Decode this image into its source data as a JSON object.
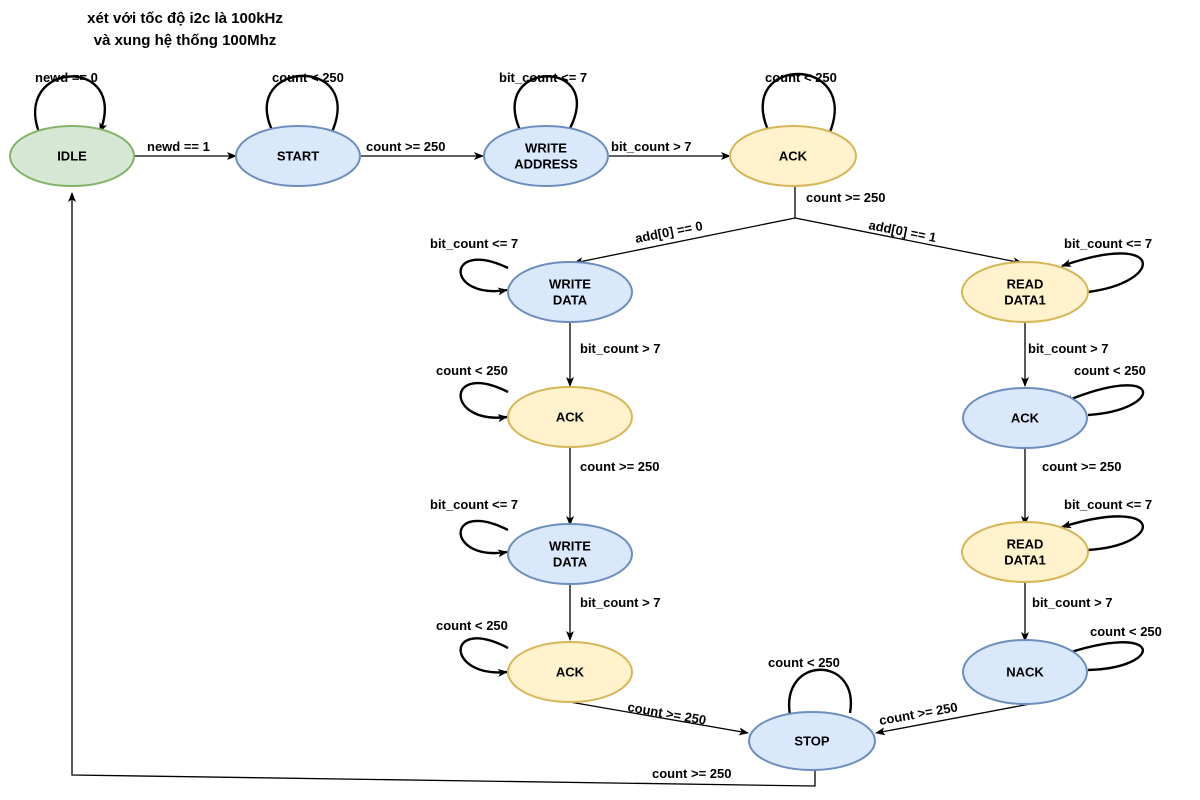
{
  "title": {
    "line1": "xét với tốc độ i2c là 100kHz",
    "line2": "và xung hệ thống 100Mhz"
  },
  "colors": {
    "blue_fill": "#dae8fc",
    "blue_stroke": "#6c8ebf",
    "green_fill": "#d5e8d4",
    "green_stroke": "#82b366",
    "yellow_fill": "#fff2cc",
    "yellow_stroke": "#d6b656"
  },
  "states": {
    "idle": {
      "lines": [
        "IDLE"
      ],
      "style": "green"
    },
    "start": {
      "lines": [
        "START"
      ],
      "style": "blue"
    },
    "write_address": {
      "lines": [
        "WRITE",
        "ADDRESS"
      ],
      "style": "blue"
    },
    "ack_addr": {
      "lines": [
        "ACK"
      ],
      "style": "yellow"
    },
    "write_data_1": {
      "lines": [
        "WRITE",
        "DATA"
      ],
      "style": "blue"
    },
    "ack_w1": {
      "lines": [
        "ACK"
      ],
      "style": "yellow"
    },
    "write_data_2": {
      "lines": [
        "WRITE",
        "DATA"
      ],
      "style": "blue"
    },
    "ack_w2": {
      "lines": [
        "ACK"
      ],
      "style": "yellow"
    },
    "read_data_1": {
      "lines": [
        "READ",
        "DATA1"
      ],
      "style": "yellow"
    },
    "ack_r": {
      "lines": [
        "ACK"
      ],
      "style": "blue"
    },
    "read_data_2": {
      "lines": [
        "READ",
        "DATA1"
      ],
      "style": "yellow"
    },
    "nack": {
      "lines": [
        "NACK"
      ],
      "style": "blue"
    },
    "stop": {
      "lines": [
        "STOP"
      ],
      "style": "blue"
    }
  },
  "transitions": {
    "idle_self": "newd == 0",
    "idle_to_start": "newd == 1",
    "start_self": "count < 250",
    "start_to_wa": "count >= 250",
    "wa_self": "bit_count <= 7",
    "wa_to_ack": "bit_count > 7",
    "ack_self": "count < 250",
    "ack_branch": "count >= 250",
    "to_write": "add[0] == 0",
    "to_read": "add[0] == 1",
    "wd1_self": "bit_count <= 7",
    "wd1_to_ack": "bit_count > 7",
    "ackw1_self": "count < 250",
    "ackw1_to_wd2": "count >= 250",
    "wd2_self": "bit_count <= 7",
    "wd2_to_ack": "bit_count > 7",
    "ackw2_self": "count < 250",
    "ackw2_to_stop": "count >= 250",
    "rd1_self": "bit_count <= 7",
    "rd1_to_ack": "bit_count > 7",
    "ackr_self": "count < 250",
    "ackr_to_rd2": "count >= 250",
    "rd2_self": "bit_count <= 7",
    "rd2_to_nack": "bit_count > 7",
    "nack_self": "count < 250",
    "nack_to_stop": "count >= 250",
    "stop_self": "count < 250",
    "stop_to_idle": "count >= 250"
  }
}
